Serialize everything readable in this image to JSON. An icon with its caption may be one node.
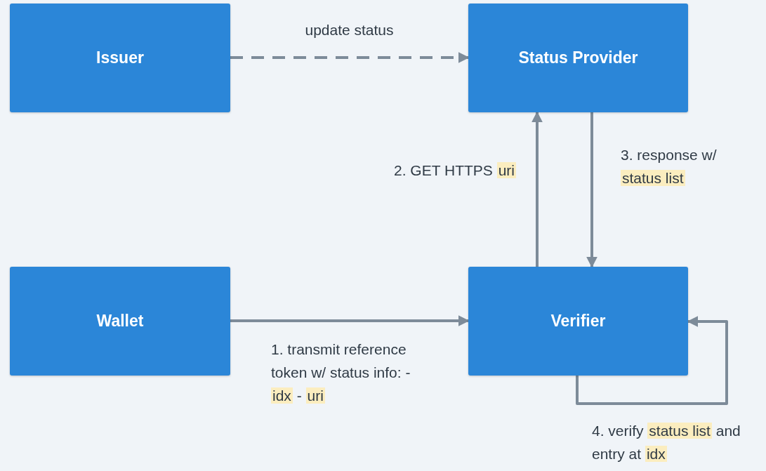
{
  "diagram": {
    "nodes": [
      {
        "text": [
          "Issuer"
        ]
      },
      {
        "text": [
          "Status Provider"
        ]
      },
      {
        "text": [
          "Wallet"
        ]
      },
      {
        "text": [
          "Verifier"
        ]
      }
    ],
    "edges": [
      {
        "from": 0,
        "to": 1,
        "arrow": "to",
        "label": "update status",
        "style": "dashed"
      },
      {
        "from": 3,
        "to": 1,
        "arrow": "to",
        "label": "2. GET HTTPS **uri**"
      },
      {
        "from": 1,
        "to": 3,
        "arrow": "to",
        "label": "3. response w/ **status list**"
      },
      {
        "from": 2,
        "to": 3,
        "arrow": "to",
        "label": "1. transmit reference token w/ status info: - **idx** - **uri**"
      },
      {
        "from": 3,
        "to": 3,
        "arrow": "to",
        "label": "4. verify **status list** and entry at **idx**"
      }
    ]
  }
}
